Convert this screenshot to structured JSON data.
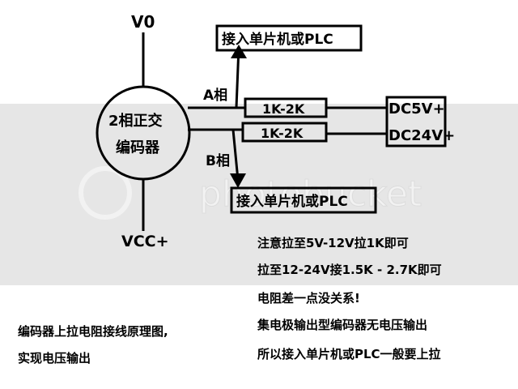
{
  "diagram": {
    "v0": "V0",
    "encoder_line1": "2相正交",
    "encoder_line2": "编码器",
    "phase_a": "A相",
    "phase_b": "B相",
    "resistor_top": "1K-2K",
    "resistor_bottom": "1K-2K",
    "dc5v": "DC5V+",
    "dc24v": "DC24V+",
    "mcu_top": "接入单片机或PLC",
    "mcu_bottom": "接入单片机或PLC",
    "vcc": "VCC+"
  },
  "watermark": "photobucket",
  "notes_right": [
    "注意拉至5V-12V拉1K即可",
    "拉至12-24V接1.5K - 2.7K即可",
    "电阻差一点没关系!",
    "集电极输出型编码器无电压输出",
    "所以接入单片机或PLC一般要上拉"
  ],
  "notes_left": [
    "编码器上拉电阻接线原理图,",
    "实现电压输出"
  ]
}
